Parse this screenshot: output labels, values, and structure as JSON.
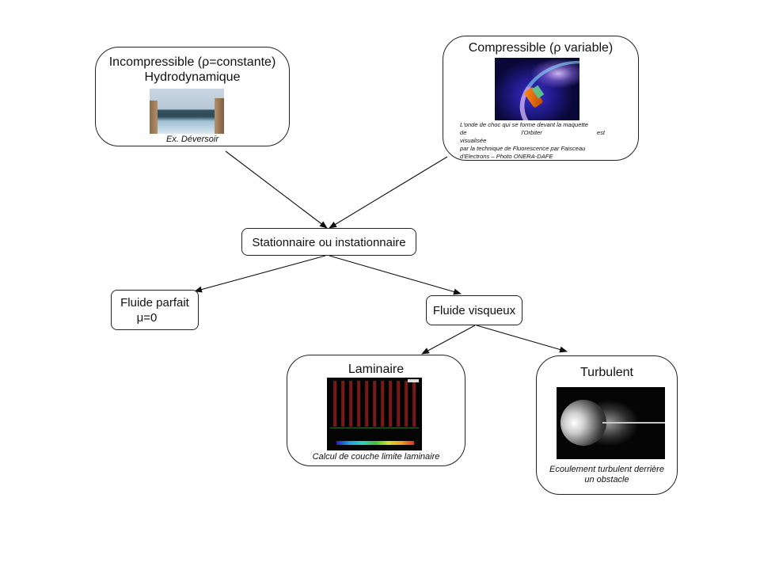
{
  "diagram": {
    "nodes": {
      "incompressible": {
        "title_line1": "Incompressible (ρ=constante)",
        "title_line2": "Hydrodynamique",
        "image": "spillway-photo",
        "caption": "Ex. Déversoir"
      },
      "compressible": {
        "title": "Compressible (ρ variable)",
        "image": "shock-wave-photo",
        "caption_lines": [
          "L'onde de choc qui se forme devant la maquette",
          "de l'Orbiter est visualisée",
          "par la technique de Fluorescence par Faisceau",
          "d'Electrons – Photo ONERA-DAFE"
        ]
      },
      "stationnaire": {
        "title": "Stationnaire ou instationnaire"
      },
      "fluide_parfait": {
        "title_line1": "Fluide parfait",
        "title_line2": "μ=0"
      },
      "fluide_visqueux": {
        "title": "Fluide visqueux"
      },
      "laminaire": {
        "title": "Laminaire",
        "image": "boundary-layer-simulation",
        "caption": "Calcul de couche limite laminaire"
      },
      "turbulent": {
        "title": "Turbulent",
        "image": "turbulent-wake-photo",
        "caption_line1": "Ecoulement turbulent derrière",
        "caption_line2": "un obstacle"
      }
    },
    "edges": [
      {
        "from": "incompressible",
        "to": "stationnaire"
      },
      {
        "from": "compressible",
        "to": "stationnaire"
      },
      {
        "from": "stationnaire",
        "to": "fluide_parfait"
      },
      {
        "from": "stationnaire",
        "to": "fluide_visqueux"
      },
      {
        "from": "fluide_visqueux",
        "to": "laminaire"
      },
      {
        "from": "fluide_visqueux",
        "to": "turbulent"
      }
    ]
  }
}
